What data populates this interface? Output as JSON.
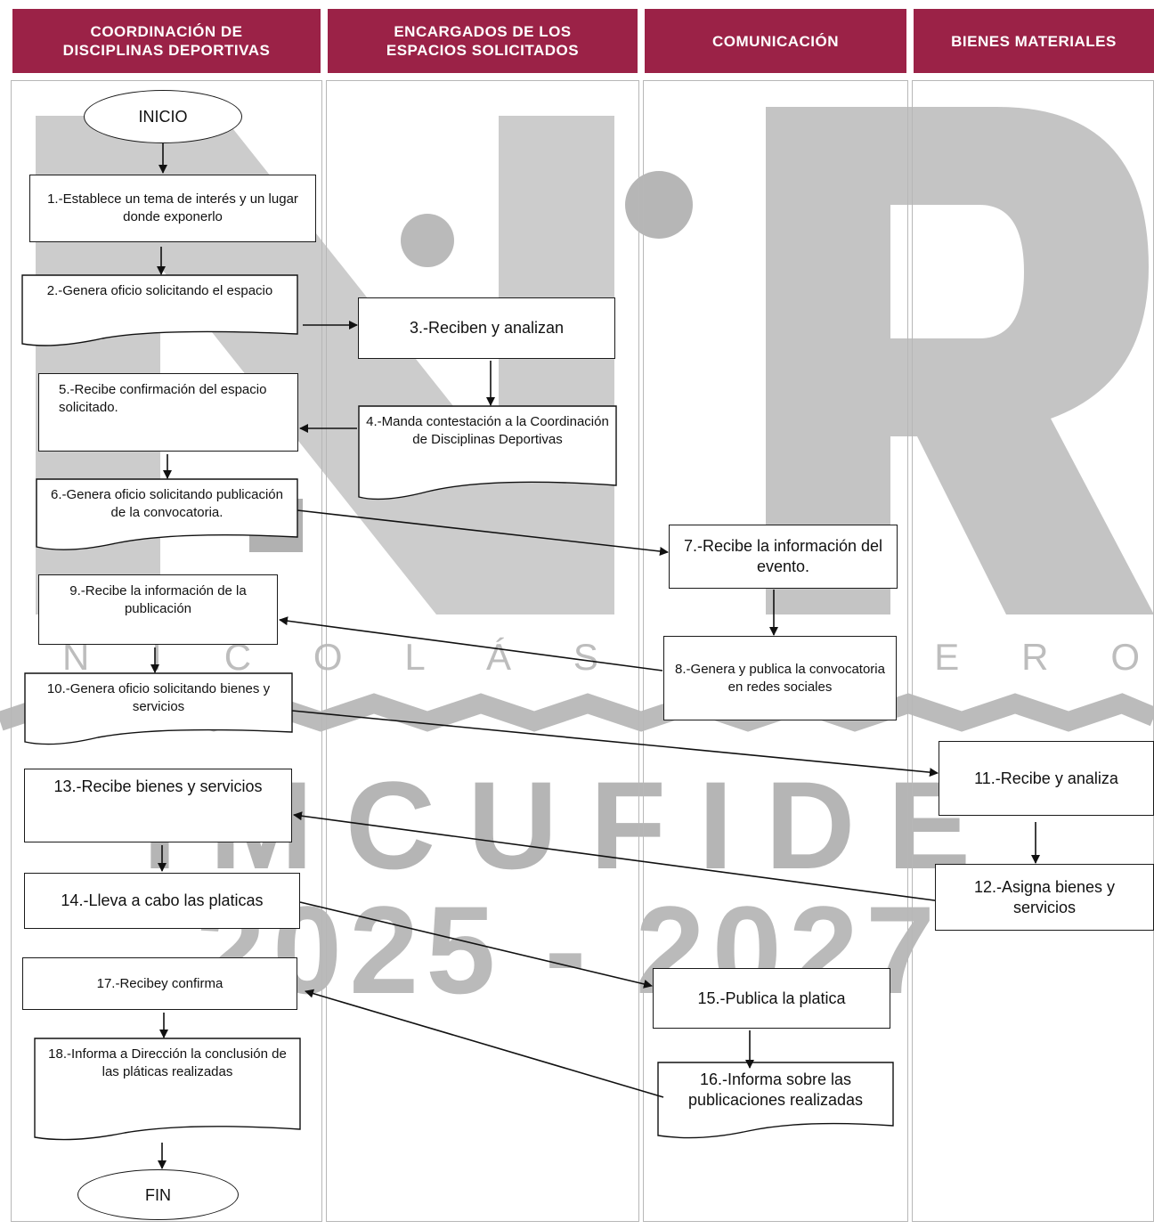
{
  "colors": {
    "header_bg": "#9b2247",
    "header_text": "#ffffff",
    "watermark": "#8c8c8c",
    "line": "#111111"
  },
  "lanes": [
    {
      "title": "COORDINACIÓN DE\nDISCIPLINAS DEPORTIVAS"
    },
    {
      "title": "ENCARGADOS DE LOS\nESPACIOS SOLICITADOS"
    },
    {
      "title": "COMUNICACIÓN"
    },
    {
      "title": "BIENES MATERIALES"
    }
  ],
  "watermark": {
    "spaced_text": "N  I  C  O  L  Á  S        R  O  M  E  R  O",
    "org": "IMCUFIDE",
    "period": "2025 - 2027"
  },
  "nodes": {
    "start": "INICIO",
    "s1": "1.-Establece un tema de interés y un lugar donde exponerlo",
    "s2": "2.-Genera oficio solicitando el espacio",
    "s3": "3.-Reciben y analizan",
    "s4": "4.-Manda contestación a la Coordinación de Disciplinas Deportivas",
    "s5": "5.-Recibe confirmación del espacio solicitado.",
    "s6": "6.-Genera oficio solicitando publicación de la convocatoria.",
    "s7": "7.-Recibe la información del evento.",
    "s8": "8.-Genera y publica la convocatoria en redes sociales",
    "s9": "9.-Recibe la información de la publicación",
    "s10": "10.-Genera oficio solicitando bienes y servicios",
    "s11": "11.-Recibe y analiza",
    "s12": "12.-Asigna bienes y servicios",
    "s13": "13.-Recibe bienes y servicios",
    "s14": "14.-Lleva a cabo las platicas",
    "s15": "15.-Publica la platica",
    "s16": "16.-Informa sobre las publicaciones realizadas",
    "s17": "17.-Recibey confirma",
    "s18": "18.-Informa a Dirección la conclusión de las pláticas realizadas",
    "end": "FIN"
  }
}
